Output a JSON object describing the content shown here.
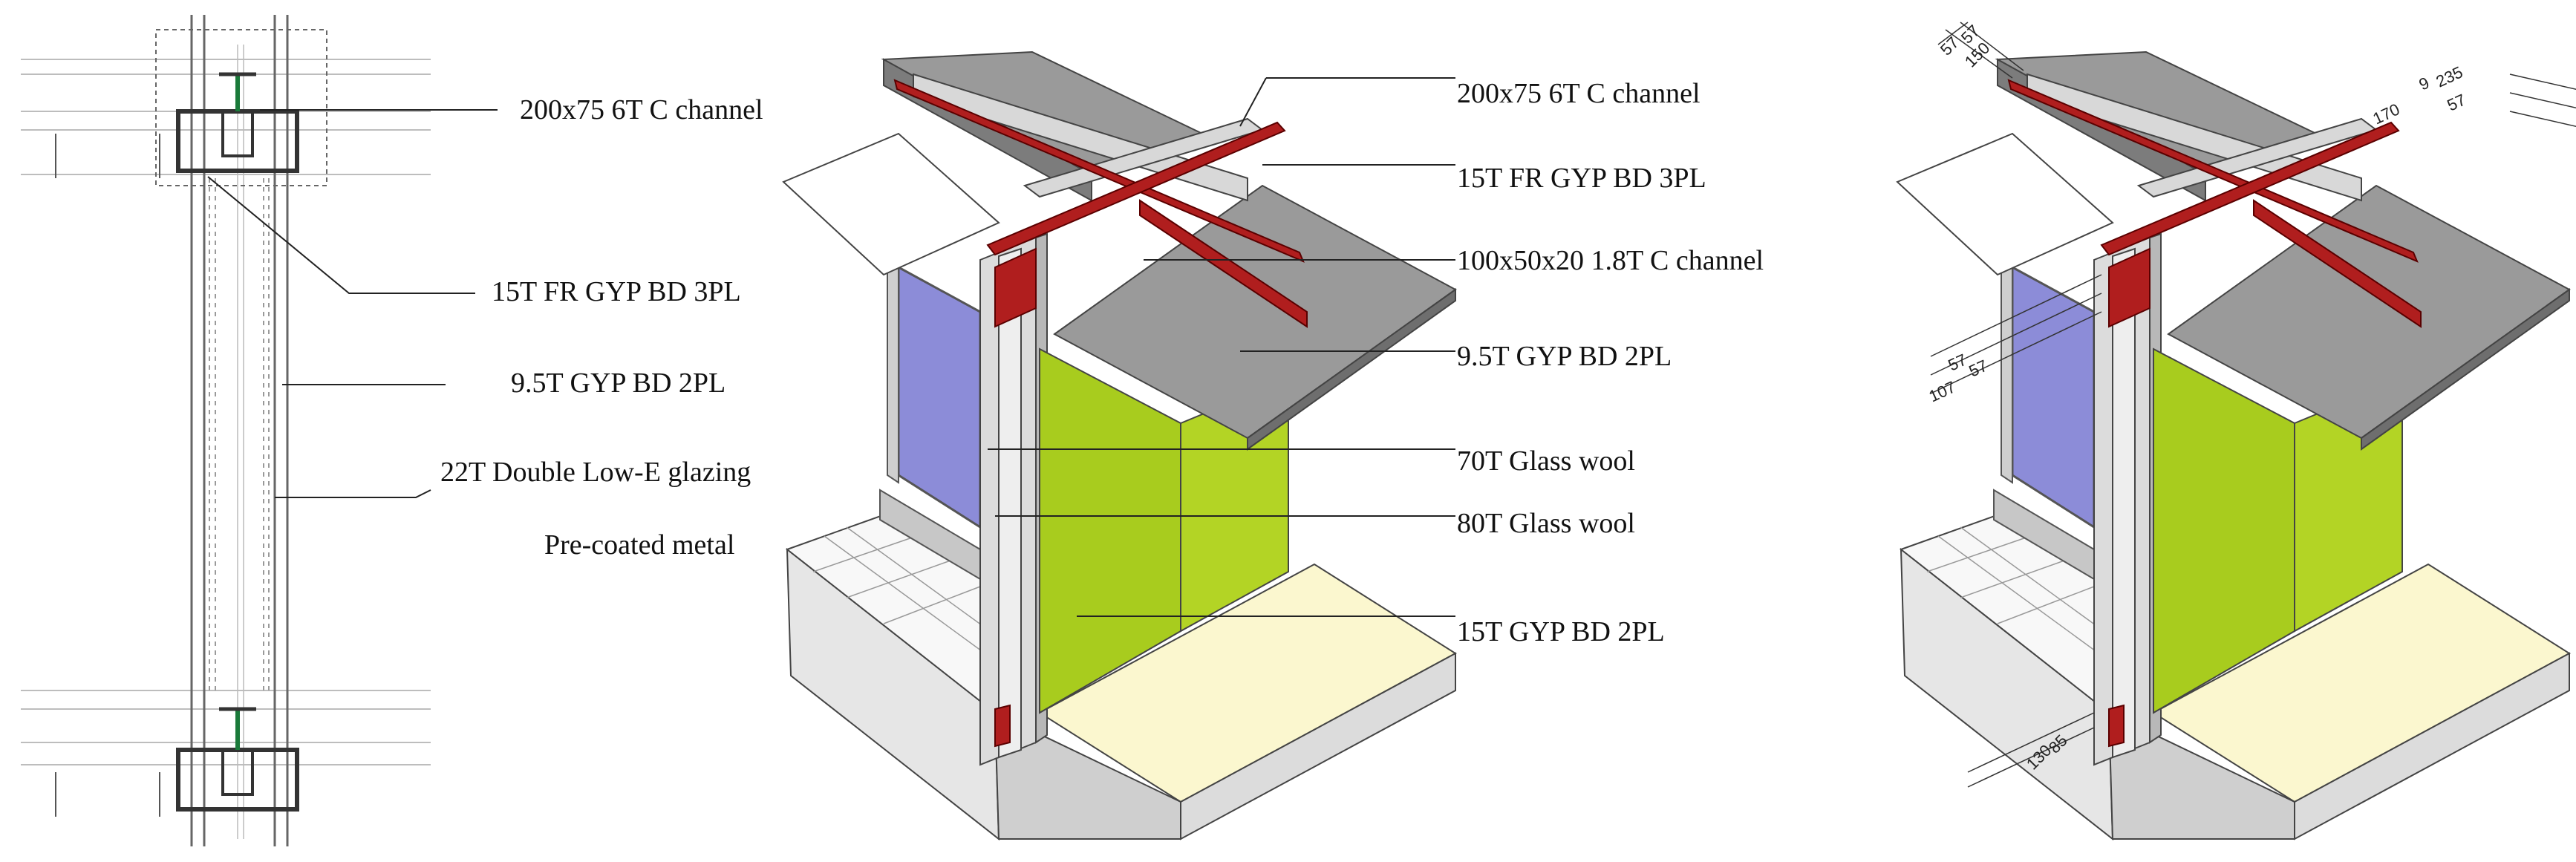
{
  "labels_left": {
    "c_channel_200": "200x75 6T C channel",
    "fr_gyp_15": "15T FR GYP BD 3PL",
    "gyp_9_5": "9.5T GYP BD 2PL",
    "glazing_22": "22T Double Low-E glazing",
    "precoated": "Pre-coated metal"
  },
  "labels_right": {
    "c_channel_200": "200x75 6T C channel",
    "fr_gyp_15": "15T FR GYP BD 3PL",
    "c_channel_100": "100x50x20 1.8T C channel",
    "gyp_9_5": "9.5T GYP BD 2PL",
    "glass_wool_70": "70T Glass wool",
    "glass_wool_80": "80T Glass wool",
    "gyp_15": "15T GYP BD 2PL"
  },
  "dimensions": {
    "top_a": "57",
    "top_b": "57",
    "top_c": "150",
    "right_a": "235",
    "right_b": "170",
    "right_c": "9",
    "right_d": "57",
    "left_a": "57",
    "left_b": "57",
    "left_c": "107",
    "bottom_a": "130",
    "bottom_b": "85"
  },
  "colors": {
    "steel_red": "#b01e1e",
    "glass_wool_green": "#a8cc1e",
    "board_grey": "#8c8c8c",
    "floor_cream": "#fbf7cf",
    "glass_blue": "#8c8cd8"
  }
}
